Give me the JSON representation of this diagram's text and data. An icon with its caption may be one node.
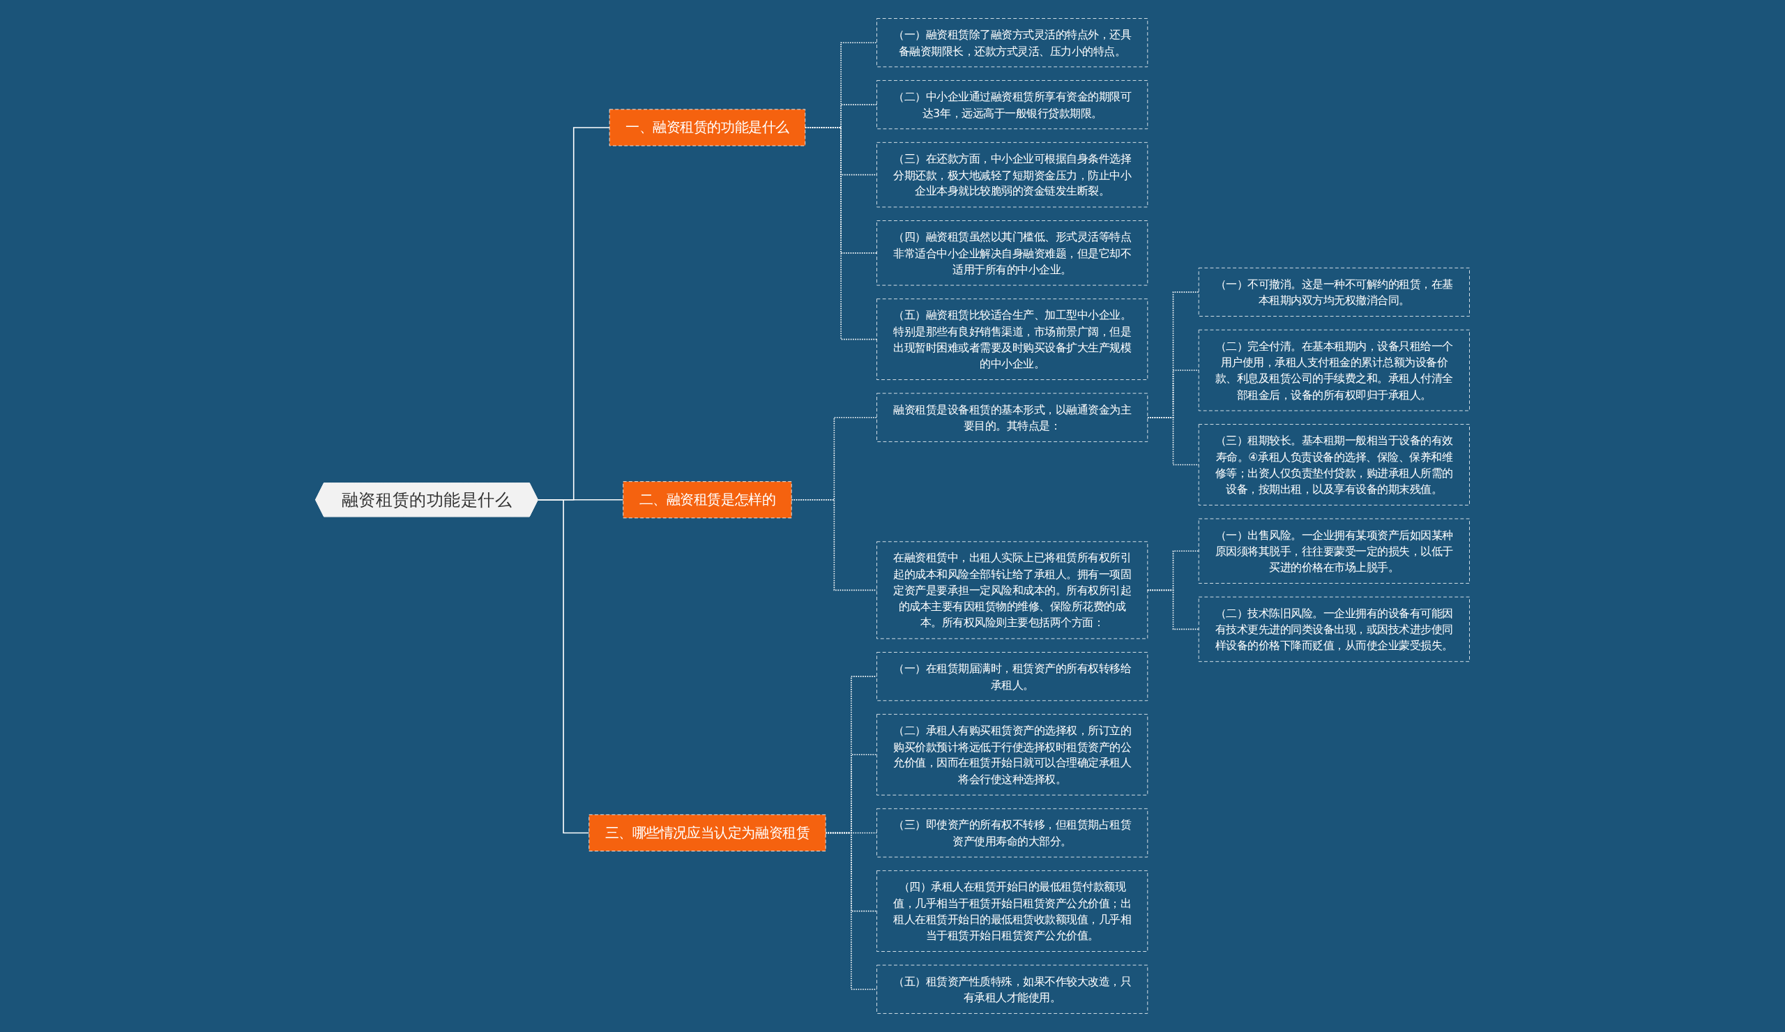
{
  "diagram": {
    "nodes": [
      {
        "text": [
          "融资租赁的功能是什么"
        ]
      },
      {
        "text": [
          "一、融资租赁的功能是什么"
        ]
      },
      {
        "text": [
          "（一）融资租赁除了融资方式灵活的特点外，还具备融资期限长，还款方式灵活、压力小的特点。"
        ]
      },
      {
        "text": [
          "（二）中小企业通过融资租赁所享有资金的期限可达3年，远远高于一般银行贷款期限。"
        ]
      },
      {
        "text": [
          "（三）在还款方面，中小企业可根据自身条件选择分期还款，极大地减轻了短期资金压力，防止中小企业本身就比较脆弱的资金链发生断裂。"
        ]
      },
      {
        "text": [
          "（四）融资租赁虽然以其门槛低、形式灵活等特点非常适合中小企业解决自身融资难题，但是它却不适用于所有的中小企业。"
        ]
      },
      {
        "text": [
          "（五）融资租赁比较适合生产、加工型中小企业。特别是那些有良好销售渠道，市场前景广阔，但是出现暂时困难或者需要及时购买设备扩大生产规模的中小企业。"
        ]
      },
      {
        "text": [
          "二、融资租赁是怎样的"
        ]
      },
      {
        "text": [
          "融资租赁是设备租赁的基本形式，以融通资金为主要目的。其特点是："
        ]
      },
      {
        "text": [
          "（一）不可撤消。这是一种不可解约的租赁，在基本租期内双方均无权撤消合同。"
        ]
      },
      {
        "text": [
          "（二）完全付清。在基本租期内，设备只租给一个用户使用，承租人支付租金的累计总额为设备价款、利息及租赁公司的手续费之和。承租人付清全部租金后，设备的所有权即归于承租人。"
        ]
      },
      {
        "text": [
          "（三）租期较长。基本租期一般相当于设备的有效寿命。④承租人负责设备的选择、保险、保养和维修等；出资人仅负责垫付贷款，购进承租人所需的设备，按期出租，以及享有设备的期末残值。"
        ]
      },
      {
        "text": [
          "在融资租赁中，出租人实际上已将租赁所有权所引起的成本和风险全部转让给了承租人。拥有一项固定资产是要承担一定风险和成本的。所有权所引起的成本主要有因租赁物的维修、保险所花费的成本。所有权风险则主要包括两个方面："
        ]
      },
      {
        "text": [
          "（一）出售风险。一企业拥有某项资产后如因某种原因须将其脱手，往往要蒙受一定的损失，以低于买进的价格在市场上脱手。"
        ]
      },
      {
        "text": [
          "（二）技术陈旧风险。一企业拥有的设备有可能因有技术更先进的同类设备出现，或因技术进步使同样设备的价格下降而贬值，从而使企业蒙受损失。"
        ]
      },
      {
        "text": [
          "三、哪些情况应当认定为融资租赁"
        ]
      },
      {
        "text": [
          "（一）在租赁期届满时，租赁资产的所有权转移给承租人。"
        ]
      },
      {
        "text": [
          "（二）承租人有购买租赁资产的选择权，所订立的购买价款预计将远低于行使选择权时租赁资产的公允价值，因而在租赁开始日就可以合理确定承租人将会行使这种选择权。"
        ]
      },
      {
        "text": [
          "（三）即使资产的所有权不转移，但租赁期占租赁资产使用寿命的大部分。"
        ]
      },
      {
        "text": [
          "（四）承租人在租赁开始日的最低租赁付款额现值，几乎相当于租赁开始日租赁资产公允价值；出租人在租赁开始日的最低租赁收款额现值，几乎相当于租赁开始日租赁资产公允价值。"
        ]
      },
      {
        "text": [
          "（五）租赁资产性质特殊，如果不作较大改造，只有承租人才能使用。"
        ]
      }
    ],
    "edges": [
      {
        "from": 0,
        "to": 1,
        "arrow": "none"
      },
      {
        "from": 1,
        "to": 2,
        "arrow": "none",
        "style": "dashed"
      },
      {
        "from": 1,
        "to": 3,
        "arrow": "none",
        "style": "dashed"
      },
      {
        "from": 1,
        "to": 4,
        "arrow": "none",
        "style": "dashed"
      },
      {
        "from": 1,
        "to": 5,
        "arrow": "none",
        "style": "dashed"
      },
      {
        "from": 1,
        "to": 6,
        "arrow": "none",
        "style": "dashed"
      },
      {
        "from": 0,
        "to": 7,
        "arrow": "none"
      },
      {
        "from": 7,
        "to": 8,
        "arrow": "none",
        "style": "dashed"
      },
      {
        "from": 8,
        "to": 9,
        "arrow": "none",
        "style": "dashed"
      },
      {
        "from": 8,
        "to": 10,
        "arrow": "none",
        "style": "dashed"
      },
      {
        "from": 8,
        "to": 11,
        "arrow": "none",
        "style": "dashed"
      },
      {
        "from": 7,
        "to": 12,
        "arrow": "none",
        "style": "dashed"
      },
      {
        "from": 12,
        "to": 13,
        "arrow": "none",
        "style": "dashed"
      },
      {
        "from": 12,
        "to": 14,
        "arrow": "none",
        "style": "dashed"
      },
      {
        "from": 0,
        "to": 15,
        "arrow": "none"
      },
      {
        "from": 15,
        "to": 16,
        "arrow": "none",
        "style": "dashed"
      },
      {
        "from": 15,
        "to": 17,
        "arrow": "none",
        "style": "dashed"
      },
      {
        "from": 15,
        "to": 18,
        "arrow": "none",
        "style": "dashed"
      },
      {
        "from": 15,
        "to": 19,
        "arrow": "none",
        "style": "dashed"
      },
      {
        "from": 15,
        "to": 20,
        "arrow": "none",
        "style": "dashed"
      }
    ]
  }
}
